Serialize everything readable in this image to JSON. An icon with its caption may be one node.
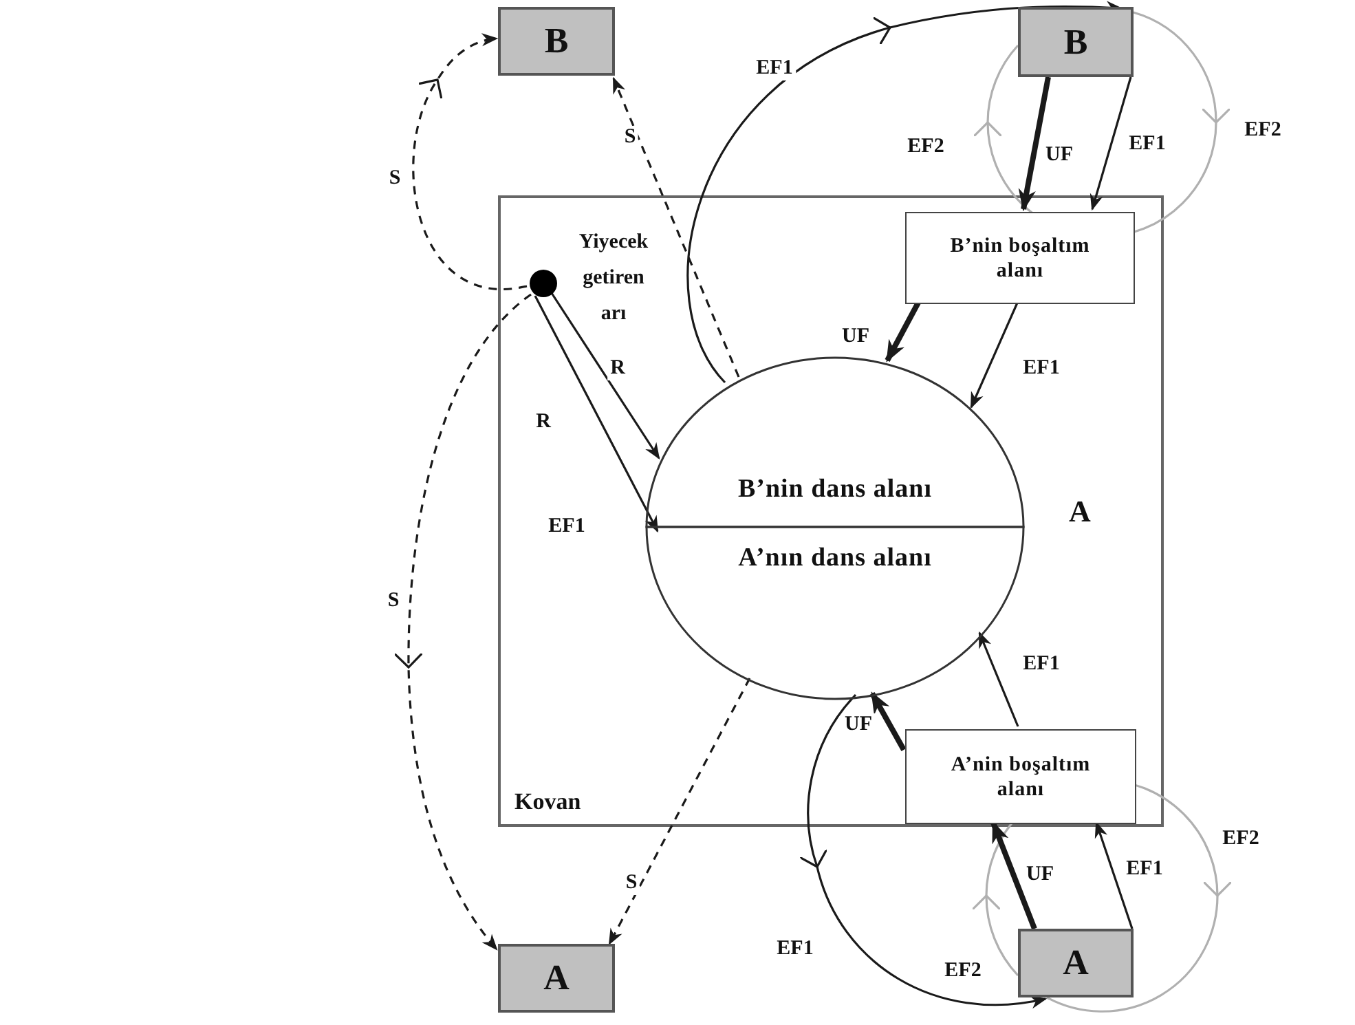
{
  "diagram": {
    "nodes": [
      {
        "text": [
          "B"
        ]
      },
      {
        "text": [
          "B"
        ]
      },
      {
        "text": [
          "Kovan"
        ]
      },
      {
        "text": [],
        "shape": "circle",
        "beside": [
          "Yiyecek getiren arı"
        ],
        "in": 2
      },
      {
        "text": [
          "B’nin boşaltım alanı"
        ],
        "in": 2
      },
      {
        "text": [
          "B’nin dans alanı"
        ],
        "in": 2
      },
      {
        "text": [
          "A’nın dans alanı"
        ],
        "in": 2
      },
      {
        "text": [
          "A’nin boşaltım alanı"
        ],
        "in": 2
      },
      {
        "text": [
          "A"
        ]
      },
      {
        "text": [
          "A"
        ]
      }
    ],
    "edges": [
      {
        "from": 3,
        "to": 0,
        "arrow": "to",
        "label": "S",
        "style": "dashed"
      },
      {
        "from": 5,
        "to": 0,
        "arrow": "to",
        "label": "S",
        "style": "dashed"
      },
      {
        "from": 3,
        "to": 8,
        "arrow": "to",
        "label": "S",
        "style": "dashed"
      },
      {
        "from": 6,
        "to": 8,
        "arrow": "to",
        "label": "S",
        "style": "dashed"
      },
      {
        "from": 3,
        "to": 5,
        "arrow": "to",
        "label": "R"
      },
      {
        "from": 3,
        "to": 6,
        "arrow": "to",
        "label": "R"
      },
      {
        "from": 5,
        "to": 1,
        "arrow": "to",
        "label": "EF1"
      },
      {
        "from": 1,
        "to": 4,
        "arrow": "to",
        "label": "UF",
        "style": "thick"
      },
      {
        "from": 1,
        "to": 4,
        "arrow": "to",
        "label": "EF1"
      },
      {
        "from": 4,
        "to": 5,
        "arrow": "to",
        "label": "UF",
        "style": "thick"
      },
      {
        "from": 4,
        "to": 5,
        "arrow": "to",
        "label": "EF1"
      },
      {
        "from": 6,
        "to": 9,
        "arrow": "to",
        "label": "EF1"
      },
      {
        "from": 9,
        "to": 7,
        "arrow": "to",
        "label": "UF",
        "style": "thick"
      },
      {
        "from": 9,
        "to": 7,
        "arrow": "to",
        "label": "EF1"
      },
      {
        "from": 7,
        "to": 6,
        "arrow": "to",
        "label": "UF",
        "style": "thick"
      },
      {
        "from": 7,
        "to": 6,
        "arrow": "to",
        "label": "EF1"
      }
    ],
    "labels": [
      "EF2",
      "EF2",
      "A",
      "EF1",
      "EF2",
      "EF2"
    ]
  }
}
